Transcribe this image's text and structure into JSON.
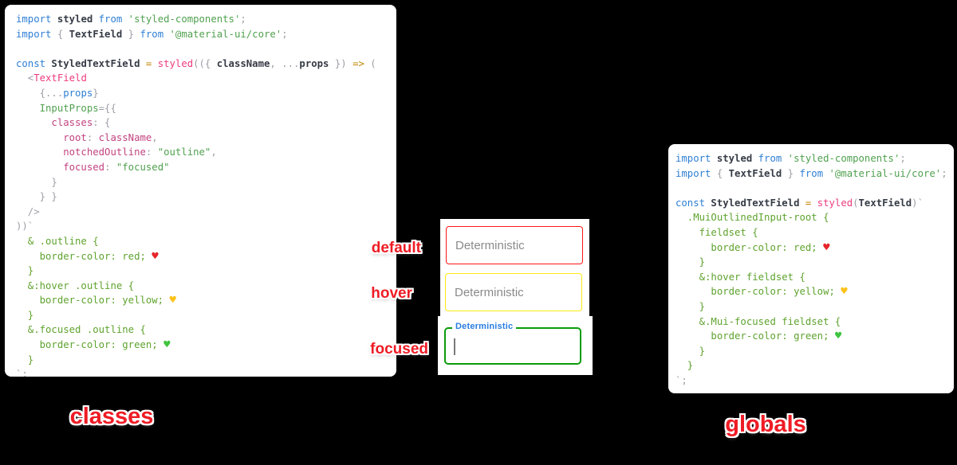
{
  "captions": {
    "classes": "classes",
    "globals": "globals"
  },
  "state_labels": {
    "default": "default",
    "hover": "hover",
    "focused": "focused"
  },
  "textfields": {
    "default": {
      "placeholder": "Deterministic",
      "border_color": "#ff0000"
    },
    "hover": {
      "placeholder": "Deterministic",
      "border_color": "#ffff00"
    },
    "focused": {
      "label": "Deterministic",
      "value": "",
      "border_color": "#008000",
      "label_color": "#2a7de1"
    }
  },
  "palette": {
    "background": "#000000",
    "panel": "#ffffff",
    "label_red": "#ee1c25",
    "keyword_blue": "#2e7fd4",
    "string_green": "#50a14f",
    "magenta": "#ee3c7d",
    "heart_red": "#e5252a",
    "heart_yellow": "#fcc21b",
    "heart_green": "#3ec43e"
  },
  "code_blocks": {
    "classes": {
      "lines": [
        [
          [
            "kw",
            "import"
          ],
          [
            "id",
            " styled "
          ],
          [
            "kw",
            "from"
          ],
          [
            "str",
            " 'styled-components'"
          ],
          [
            "pun",
            ";"
          ]
        ],
        [
          [
            "kw",
            "import"
          ],
          [
            "pun",
            " { "
          ],
          [
            "id",
            "TextField"
          ],
          [
            "pun",
            " } "
          ],
          [
            "kw",
            "from"
          ],
          [
            "str",
            " '@material-ui/core'"
          ],
          [
            "pun",
            ";"
          ]
        ],
        [],
        [
          [
            "kw",
            "const"
          ],
          [
            "id",
            " StyledTextField "
          ],
          [
            "op",
            "="
          ],
          [
            "fn",
            " styled"
          ],
          [
            "pun",
            "(({ "
          ],
          [
            "id",
            "className"
          ],
          [
            "pun",
            ", ..."
          ],
          [
            "id",
            "props"
          ],
          [
            "pun",
            " }) "
          ],
          [
            "op",
            "=>"
          ],
          [
            "pun",
            " ("
          ]
        ],
        [
          [
            "pun",
            "  <"
          ],
          [
            "tag",
            "TextField"
          ]
        ],
        [
          [
            "pun",
            "    {..."
          ],
          [
            "kw",
            "props"
          ],
          [
            "pun",
            "}"
          ]
        ],
        [
          [
            "attr",
            "    InputProps"
          ],
          [
            "pun",
            "={{"
          ]
        ],
        [
          [
            "key",
            "      classes"
          ],
          [
            "pun",
            ": {"
          ]
        ],
        [
          [
            "key",
            "        root"
          ],
          [
            "pun",
            ": "
          ],
          [
            "key",
            "className"
          ],
          [
            "pun",
            ","
          ]
        ],
        [
          [
            "key",
            "        notchedOutline"
          ],
          [
            "pun",
            ": "
          ],
          [
            "str",
            "\"outline\""
          ],
          [
            "pun",
            ","
          ]
        ],
        [
          [
            "key",
            "        focused"
          ],
          [
            "pun",
            ": "
          ],
          [
            "str",
            "\"focused\""
          ]
        ],
        [
          [
            "pun",
            "      }"
          ]
        ],
        [
          [
            "pun",
            "    } }"
          ]
        ],
        [
          [
            "pun",
            "  />"
          ]
        ],
        [
          [
            "pun",
            "))`"
          ]
        ],
        [
          [
            "css",
            "  & .outline {"
          ]
        ],
        [
          [
            "css",
            "    border-color: red; "
          ],
          [
            "hr",
            "♥"
          ]
        ],
        [
          [
            "css",
            "  }"
          ]
        ],
        [
          [
            "css",
            "  &:hover .outline {"
          ]
        ],
        [
          [
            "css",
            "    border-color: yellow; "
          ],
          [
            "hy",
            "♥"
          ]
        ],
        [
          [
            "css",
            "  }"
          ]
        ],
        [
          [
            "css",
            "  &.focused .outline {"
          ]
        ],
        [
          [
            "css",
            "    border-color: green; "
          ],
          [
            "hg",
            "♥"
          ]
        ],
        [
          [
            "css",
            "  }"
          ]
        ],
        [
          [
            "pun",
            "`;"
          ]
        ]
      ]
    },
    "globals": {
      "lines": [
        [
          [
            "kw",
            "import"
          ],
          [
            "id",
            " styled "
          ],
          [
            "kw",
            "from"
          ],
          [
            "str",
            " 'styled-components'"
          ],
          [
            "pun",
            ";"
          ]
        ],
        [
          [
            "kw",
            "import"
          ],
          [
            "pun",
            " { "
          ],
          [
            "id",
            "TextField"
          ],
          [
            "pun",
            " } "
          ],
          [
            "kw",
            "from"
          ],
          [
            "str",
            " '@material-ui/core'"
          ],
          [
            "pun",
            ";"
          ]
        ],
        [],
        [
          [
            "kw",
            "const"
          ],
          [
            "id",
            " StyledTextField "
          ],
          [
            "op",
            "="
          ],
          [
            "fn",
            " styled"
          ],
          [
            "pun",
            "("
          ],
          [
            "id",
            "TextField"
          ],
          [
            "pun",
            ")`"
          ]
        ],
        [
          [
            "css",
            "  .MuiOutlinedInput-root {"
          ]
        ],
        [
          [
            "css",
            "    fieldset {"
          ]
        ],
        [
          [
            "css",
            "      border-color: red; "
          ],
          [
            "hr",
            "♥"
          ]
        ],
        [
          [
            "css",
            "    }"
          ]
        ],
        [
          [
            "css",
            "    &:hover fieldset {"
          ]
        ],
        [
          [
            "css",
            "      border-color: yellow; "
          ],
          [
            "hy",
            "♥"
          ]
        ],
        [
          [
            "css",
            "    }"
          ]
        ],
        [
          [
            "css",
            "    &.Mui-focused fieldset {"
          ]
        ],
        [
          [
            "css",
            "      border-color: green; "
          ],
          [
            "hg",
            "♥"
          ]
        ],
        [
          [
            "css",
            "    }"
          ]
        ],
        [
          [
            "css",
            "  }"
          ]
        ],
        [
          [
            "pun",
            "`;"
          ]
        ]
      ]
    }
  }
}
